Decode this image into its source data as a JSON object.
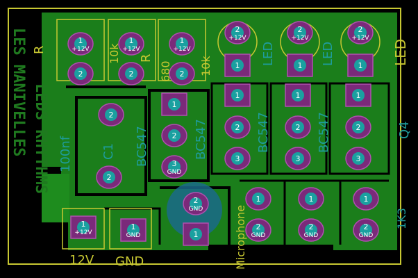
{
  "board": {
    "title_line1": "LES MANIVELLES",
    "title_line2": "LEDS RHYTHMS"
  },
  "silkscreen": [
    {
      "id": "r-top-left",
      "text": "R"
    },
    {
      "id": "r-10k",
      "text": "10k"
    },
    {
      "id": "r-r2",
      "text": "R"
    },
    {
      "id": "r-680",
      "text": "680"
    },
    {
      "id": "r-10k-b",
      "text": "10k"
    },
    {
      "id": "led1",
      "text": "LED"
    },
    {
      "id": "led2",
      "text": "LED"
    },
    {
      "id": "led3",
      "text": "LED"
    },
    {
      "id": "bc547-a",
      "text": "BC547"
    },
    {
      "id": "bc547-b",
      "text": "BC547"
    },
    {
      "id": "bc547-c",
      "text": "BC547"
    },
    {
      "id": "bc547-d",
      "text": "BC547"
    },
    {
      "id": "c1",
      "text": "C1"
    },
    {
      "id": "c100nf",
      "text": "100nf"
    },
    {
      "id": "q4",
      "text": "Q4"
    },
    {
      "id": "r1k3",
      "text": "1K3"
    },
    {
      "id": "label-12v",
      "text": "12V"
    },
    {
      "id": "label-gnd",
      "text": "GND"
    },
    {
      "id": "label-microphone",
      "text": "Microphone"
    }
  ],
  "pads": [
    {
      "id": "p1",
      "num": "1",
      "label": "+12V"
    },
    {
      "id": "p2",
      "num": "1",
      "label": "+12V"
    },
    {
      "id": "p3",
      "num": "1",
      "label": "+12V"
    },
    {
      "id": "p4",
      "num": "2",
      "label": "+12V"
    },
    {
      "id": "p5",
      "num": "2",
      "label": "+12V"
    },
    {
      "id": "p6",
      "num": "2",
      "label": "+12V"
    },
    {
      "id": "p7",
      "num": "2",
      "label": ""
    },
    {
      "id": "p8",
      "num": "2",
      "label": ""
    },
    {
      "id": "p9",
      "num": "2",
      "label": ""
    },
    {
      "id": "p10",
      "num": "1",
      "label": ""
    },
    {
      "id": "p11",
      "num": "1",
      "label": ""
    },
    {
      "id": "p12",
      "num": "1",
      "label": ""
    },
    {
      "id": "p13",
      "num": "1",
      "label": ""
    },
    {
      "id": "p14",
      "num": "1",
      "label": ""
    },
    {
      "id": "p15",
      "num": "1",
      "label": ""
    },
    {
      "id": "p16",
      "num": "1",
      "label": ""
    },
    {
      "id": "p17",
      "num": "2",
      "label": ""
    },
    {
      "id": "p18",
      "num": "2",
      "label": ""
    },
    {
      "id": "p19",
      "num": "2",
      "label": ""
    },
    {
      "id": "p20",
      "num": "2",
      "label": ""
    },
    {
      "id": "p21",
      "num": "2",
      "label": ""
    },
    {
      "id": "p22",
      "num": "3",
      "label": "GND"
    },
    {
      "id": "p23",
      "num": "3",
      "label": ""
    },
    {
      "id": "p24",
      "num": "3",
      "label": ""
    },
    {
      "id": "p25",
      "num": "3",
      "label": ""
    },
    {
      "id": "p26",
      "num": "1",
      "label": ""
    },
    {
      "id": "p27",
      "num": "1",
      "label": ""
    },
    {
      "id": "p28",
      "num": "1",
      "label": ""
    },
    {
      "id": "p29",
      "num": "2",
      "label": ""
    },
    {
      "id": "p30",
      "num": "2",
      "label": "GND"
    },
    {
      "id": "p31",
      "num": "2",
      "label": "GND"
    },
    {
      "id": "p32",
      "num": "2",
      "label": "GND"
    },
    {
      "id": "p33",
      "num": "2",
      "label": "GND"
    },
    {
      "id": "p34",
      "num": "1",
      "label": "+12V"
    },
    {
      "id": "p35",
      "num": "1",
      "label": "GND"
    },
    {
      "id": "p36",
      "num": "1",
      "label": ""
    }
  ],
  "colors": {
    "copper": "#1e8c1e",
    "silk": "#c8c832",
    "pad": "#7a2a7a",
    "drill": "#1aa0a0",
    "outline": "#c8c832"
  }
}
